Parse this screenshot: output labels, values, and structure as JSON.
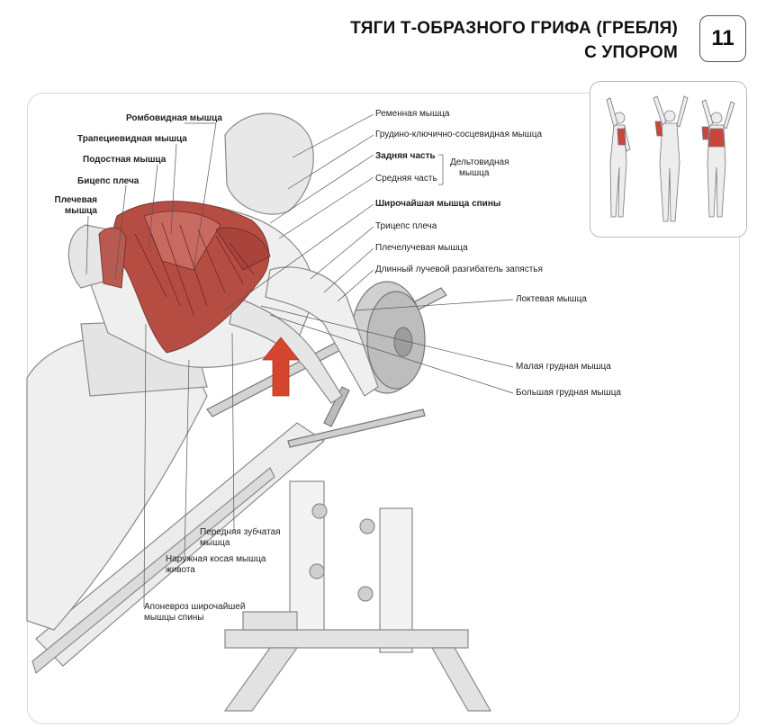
{
  "header": {
    "title_line1": "ТЯГИ Т-ОБРАЗНОГО ГРИФА (ГРЕБЛЯ)",
    "title_line2": "С УПОРОМ",
    "page_number": "11"
  },
  "labels_left": {
    "rhomboid": "Ромбовидная мышца",
    "trapezius": "Трапециевидная мышца",
    "infraspinatus": "Подостная мышца",
    "biceps": "Бицепс плеча",
    "brachialis_1": "Плечевая",
    "brachialis_2": "мышца"
  },
  "labels_right": {
    "splenius": "Ременная мышца",
    "sternocleidomastoid": "Грудино-ключично-сосцевидная мышца",
    "deltoid_rear": "Задняя часть",
    "deltoid_middle": "Средняя часть",
    "deltoid": "Дельтовидная",
    "deltoid_2": "мышца",
    "latissimus": "Широчайшая мышца спины",
    "triceps": "Трицепс плеча",
    "brachioradialis": "Плечелучевая мышца",
    "extensor": "Длинный лучевой разгибатель запястья",
    "anconeus": "Локтевая мышца",
    "pectoralis_minor": "Малая грудная мышца",
    "pectoralis_major": "Большая грудная мышца"
  },
  "labels_bottom": {
    "serratus_1": "Передняя зубчатая",
    "serratus_2": "мышца",
    "oblique_1": "Наружная косая мышца",
    "oblique_2": "живота",
    "aponeurosis_1": "Апоневроз широчайшей",
    "aponeurosis_2": "мышцы спины"
  },
  "colors": {
    "muscle": "#a8443c",
    "muscle_light": "#c96a60",
    "arrow": "#d6452e",
    "sketch": "#8a8a8a",
    "sketch_fill": "#ececec",
    "leader": "#555555"
  }
}
